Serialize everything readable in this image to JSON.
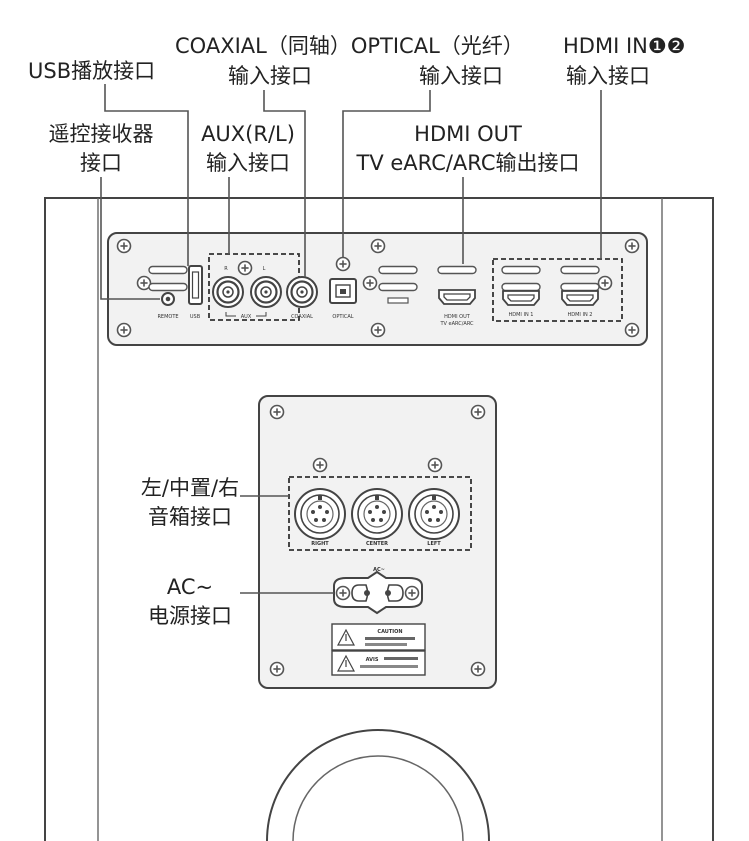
{
  "callouts": {
    "coaxial_optical_header": "COAXIAL（同轴）OPTICAL（光纤）",
    "hdmi_in_header": "HDMI IN❶❷",
    "usb": "USB播放接口",
    "coaxial_sub": "输入接口",
    "optical_sub": "输入接口",
    "hdmi_in_sub": "输入接口",
    "remote_line1": "遥控接收器",
    "remote_line2": "接口",
    "aux_line1": "AUX(R/L)",
    "aux_line2": "输入接口",
    "hdmi_out_line1": "HDMI OUT",
    "hdmi_out_line2": "TV eARC/ARC输出接口",
    "speaker_line1": "左/中置/右",
    "speaker_line2": "音箱接口",
    "ac_line1": "AC~",
    "ac_line2": "电源接口"
  },
  "panel_labels": {
    "remote": "REMOTE",
    "usb": "USB",
    "aux_r": "R",
    "aux_l": "L",
    "aux": "AUX",
    "coaxial": "COAXIAL",
    "optical": "OPTICAL",
    "hdmi_out_1": "HDMI OUT",
    "hdmi_out_2": "TV eARC/ARC",
    "hdmi_in_1": "HDMI IN 1",
    "hdmi_in_2": "HDMI IN 2",
    "speaker_right": "RIGHT",
    "speaker_center": "CENTER",
    "speaker_left": "LEFT",
    "ac": "AC~",
    "caution": "CAUTION",
    "avis": "AVIS"
  },
  "colors": {
    "line": "#555555",
    "panel": "#f2f2f2",
    "body": "#ffffff"
  }
}
